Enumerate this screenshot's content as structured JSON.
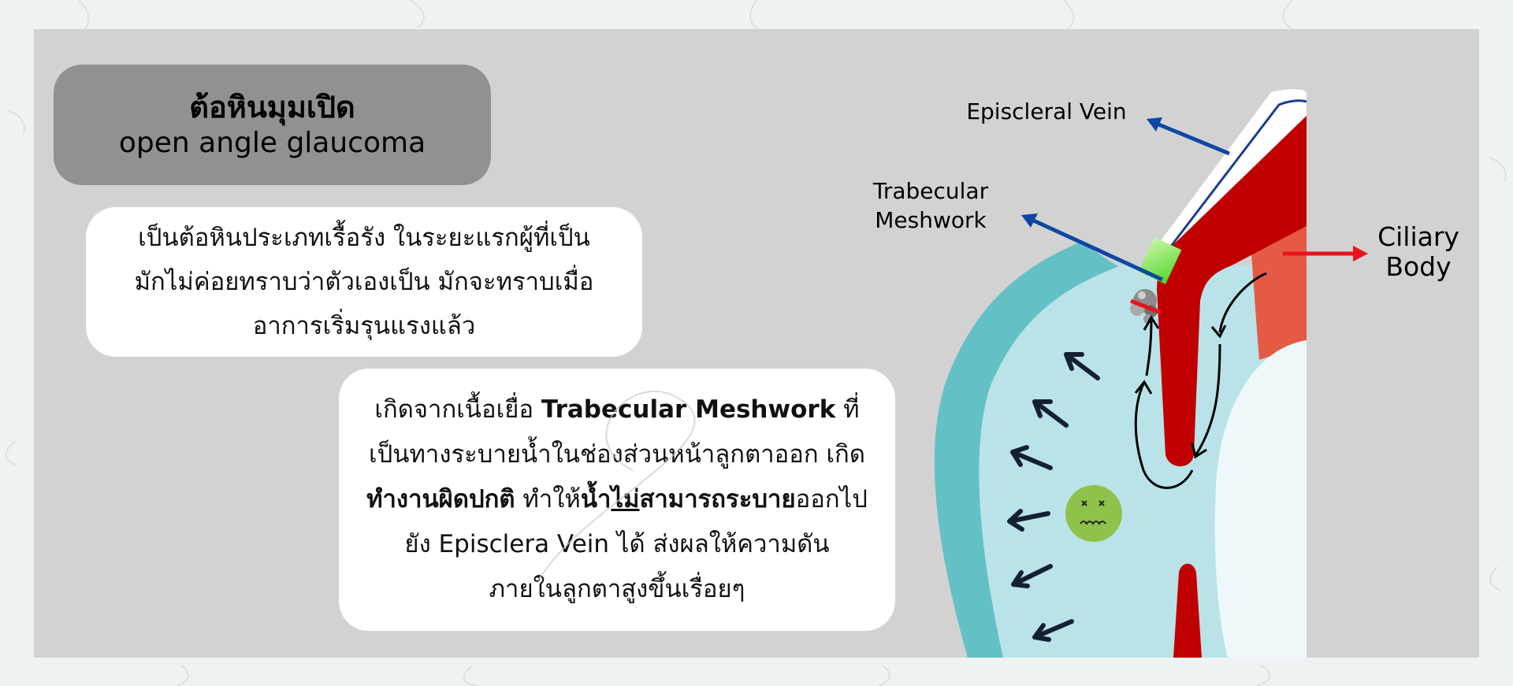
{
  "title": {
    "thai": "ต้อหินมุมเปิด",
    "english": "open angle glaucoma"
  },
  "description_card": {
    "lines": [
      "เป็นต้อหินประเภทเรื้อรัง ในระยะแรกผู้ที่เป็น",
      "มักไม่ค่อยทราบว่าตัวเองเป็น มักจะทราบเมื่อ",
      "อาการเริ่มรุนแรงแล้ว"
    ]
  },
  "cause_card": {
    "line1_prefix": "เกิดจากเนื้อเยื่อ ",
    "line1_bold": "Trabecular Meshwork",
    "line1_suffix": " ที่",
    "line2": "เป็นทางระบายน้ำในช่องส่วนหน้าลูกตาออก เกิด",
    "line3_bold1": "ทำงานผิดปกติ",
    "line3_mid": " ทำให้",
    "line3_bold2a": "น้ำ",
    "line3_bold2u": "ไม่",
    "line3_bold2b": "สามารถระบาย",
    "line3_suffix": "ออกไป",
    "line4": "ยัง Episclera Vein ได้ ส่งผลให้ความดัน",
    "line5": "ภายในลูกตาสูงขึ้นเรื่อยๆ"
  },
  "diagram": {
    "labels": {
      "episcleral_vein": "Episcleral Vein",
      "trabecular_line1": "Trabecular",
      "trabecular_line2": "Meshwork",
      "ciliary_line1": "Ciliary",
      "ciliary_line2": "Body"
    },
    "colors": {
      "pointer_blue": "#0d47a1",
      "pointer_red": "#e8141b",
      "cornea_teal": "#63c1c6",
      "aqueous": "#b9e3e8",
      "iris_red": "#c00000",
      "ciliary_orange": "#e55a45",
      "meshwork_green": "#7ee34a",
      "pressure_arrows": "#132033"
    },
    "icons": [
      "sad-face-icon",
      "pressure-arrow-icon",
      "flow-arrow-icon"
    ]
  }
}
